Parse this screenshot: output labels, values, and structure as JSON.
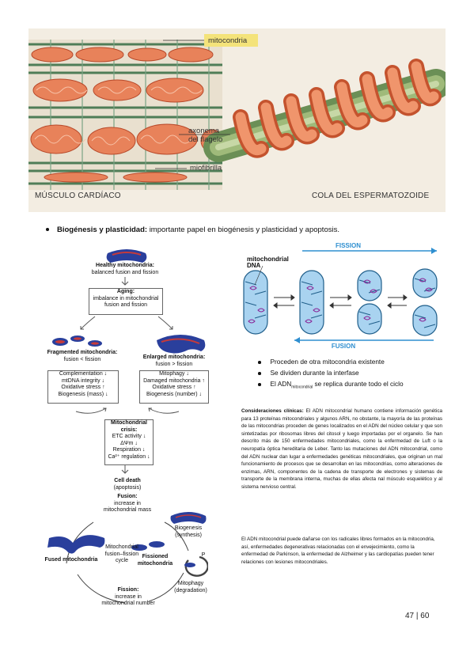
{
  "top_figure": {
    "label_mitocondria": "mitocondria",
    "label_axonema": "axonema",
    "label_flagelo": "del flagelo",
    "label_miofibrilla": "miofibrilla",
    "caption_left": "MÚSCULO CARDÍACO",
    "caption_right": "COLA DEL ESPERMATOZOIDE"
  },
  "biogenesis": {
    "title": "Biogénesis y plasticidad:",
    "text": "importante papel en biogénesis y plasticidad y apoptosis."
  },
  "flow_figure": {
    "healthy_title": "Healthy mitochondria:",
    "healthy_sub": "balanced fusion and fission",
    "aging_title": "Aging:",
    "aging_sub1": "imbalance in mitochondrial",
    "aging_sub2": "fusion and fission",
    "fragmented_title": "Fragmented mitochondria:",
    "fragmented_sub": "fusion < fission",
    "enlarged_title": "Enlarged mitochondria:",
    "enlarged_sub": "fusion > fission",
    "frag_items": [
      "Complementation ↓",
      "mtDNA integrity ↓",
      "Oxidative stress ↑",
      "Biogenesis (mass) ↓"
    ],
    "enl_items": [
      "Mitophagy ↓",
      "Damaged mitochondria ↑",
      "Oxidative stress ↑",
      "Biogenesis (number) ↓"
    ],
    "crisis_title1": "Mitochondrial",
    "crisis_title2": "crisis:",
    "crisis_items": [
      "ETC activity ↓",
      "ΔΨm ↓",
      "Respiration ↓",
      "Ca²⁺ regulation ↓"
    ],
    "death_title": "Cell death",
    "death_sub": "(apoptosis)",
    "fusion_title": "Fusion:",
    "fusion_sub1": "increase in",
    "fusion_sub2": "mitochondrial mass",
    "biogenesis_title": "Biogenesis",
    "biogenesis_sub": "(synthesis)",
    "cycle1": "Mitochondrial",
    "cycle2": "fusion–fission",
    "cycle3": "cycle",
    "fused": "Fused mitochondria",
    "fissioned": "Fissioned mitochondria",
    "fission_title": "Fission:",
    "fission_sub1": "increase in",
    "fission_sub2": "mitochondrial number",
    "mitophagy_title": "Mitophagy",
    "mitophagy_sub": "(degradation)",
    "p_label": "P"
  },
  "fission_figure": {
    "dna1": "mitochondrial",
    "dna2": "DNA",
    "fission": "FISSION",
    "fusion": "FUSION"
  },
  "right_bullets": {
    "b1": "Proceden de otra mitocondria existente",
    "b2": "Se dividen durante la interfase",
    "b3_pre": "El ADN",
    "b3_sub": "mitocondrial",
    "b3_post": "se replica durante todo el ciclo"
  },
  "clinical": {
    "title": "Consideraciones clínicas:",
    "text": "El ADN mitocondrial humano contiene información genética para 13 proteínas mitocondriales y algunos ARN, no obstante, la mayoría de las proteínas de las mitocondrias proceden de genes localizados en el ADN del núcleo celular y que son sintetizadas por ribosomas libres del citosol y luego importadas por el organelo. Se han descrito más de 150 enfermedades mitocondriales, como la enfermedad de Luft o la neuropatía óptica hereditaria de Leber. Tanto las mutaciones del ADN mitocondrial, como del ADN nuclear dan lugar a enfermedades genéticas mitocondriales, que originan un mal funcionamiento de procesos que se desarrollan en las mitocondrias, como alteraciones de enzimas, ARN, componentes de la cadena de transporte de electrones y sistemas de transporte de la membrana interna, muchas de ellas afecta nal músculo esquelético y al sistema nervioso central."
  },
  "radicals": {
    "text": "El ADN mitocondrial puede dañarse con los radicales libres formados en la mitocondria, así, enfermedades degenerativas relacionadas con el envejecimiento, como la enfermedad de Parkinson, la enfermedad de Alzheimer y las cardiopatías pueden tener relaciones con lesiones mitocondriales."
  },
  "footer": {
    "page": "47 | 60"
  },
  "colors": {
    "mito": "#e8825a",
    "mito_dark": "#c4532e",
    "muscle_green": "#4f7d57",
    "fission_blue": "#2f8fd0",
    "cell_blue": "#a9d3f0",
    "label_yellow": "#f4e37a"
  }
}
